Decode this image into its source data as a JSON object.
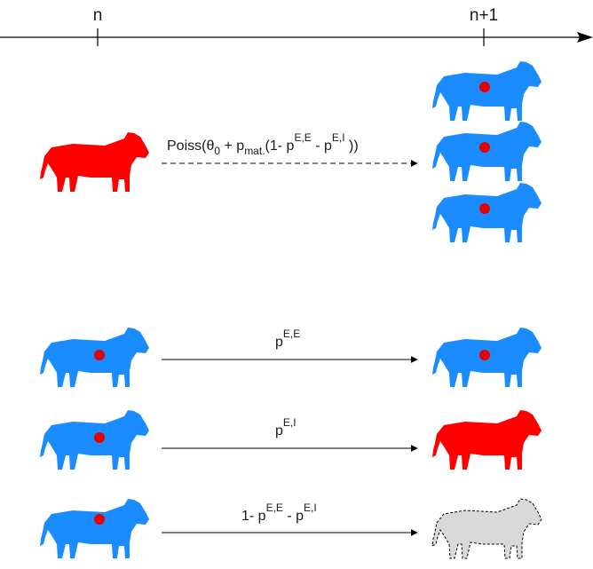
{
  "timeline": {
    "tick_start": "n",
    "tick_end": "n+1"
  },
  "colors": {
    "infected": "#ff0000",
    "exposed": "#1a8cff",
    "removed": "#d9d9d9",
    "dot": "#e60000",
    "line": "#000000"
  },
  "icons": {
    "cow": "cow-icon",
    "marker": "infection-dot"
  },
  "birth": {
    "label_prefix": "Poiss(θ",
    "label_zero": "0",
    "label_plus": " + p",
    "label_mat": "mat.",
    "label_one_minus": "(1- p",
    "sup_ee": "E,E",
    "label_minus": " - p",
    "sup_ei": "E,I",
    "label_close": " ))"
  },
  "transitions": [
    {
      "base": "p",
      "sup": "E,E"
    },
    {
      "base": "p",
      "sup": "E,I"
    },
    {
      "pre": "1- p",
      "sup1": "E,E",
      "mid": " - p",
      "sup2": "E,I"
    }
  ]
}
